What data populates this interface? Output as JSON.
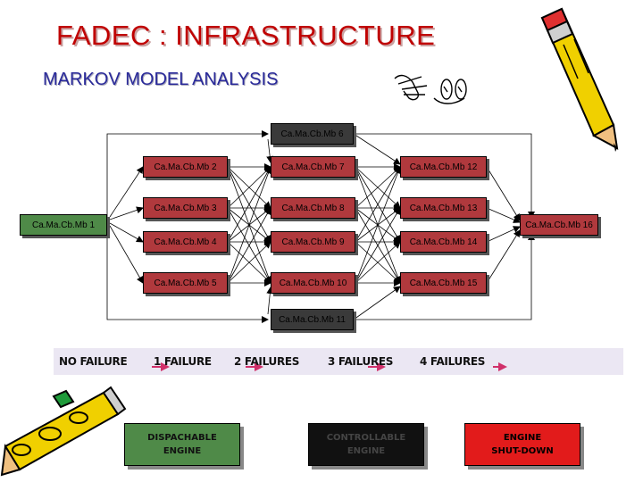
{
  "title": "FADEC : INFRASTRUCTURE",
  "subtitle": "MARKOV MODEL ANALYSIS",
  "states": {
    "s1": "Ca.Ma.Cb.Mb 1",
    "s2": "Ca.Ma.Cb.Mb 2",
    "s3": "Ca.Ma.Cb.Mb 3",
    "s4": "Ca.Ma.Cb.Mb 4",
    "s5": "Ca.Ma.Cb.Mb 5",
    "s6": "Ca.Ma.Cb.Mb 6",
    "s7": "Ca.Ma.Cb.Mb 7",
    "s8": "Ca.Ma.Cb.Mb 8",
    "s9": "Ca.Ma.Cb.Mb 9",
    "s10": "Ca.Ma.Cb.Mb 10",
    "s11": "Ca.Ma.Cb.Mb 11",
    "s12": "Ca.Ma.Cb.Mb 12",
    "s13": "Ca.Ma.Cb.Mb 13",
    "s14": "Ca.Ma.Cb.Mb 14",
    "s15": "Ca.Ma.Cb.Mb 15",
    "s16": "Ca.Ma.Cb.Mb 16"
  },
  "levels": [
    "NO FAILURE",
    "1 FAILURE",
    "2 FAILURES",
    "3 FAILURES",
    "4 FAILURES"
  ],
  "outcomes": {
    "dispatchable": "DISPACHABLE\nENGINE",
    "controllable": "CONTROLLABLE\nENGINE",
    "shutdown": "ENGINE\nSHUT-DOWN"
  },
  "colors": {
    "title": "#c00000",
    "subtitle": "#2a2a9a",
    "state_green": "#4f8a48",
    "state_red": "#b0393d",
    "state_dark": "#3a3a3a",
    "shutdown": "#e21b1b",
    "band": "#ebe7f3"
  },
  "icons": [
    "pencil-icon",
    "hand-pointing-icon",
    "pencil-icon"
  ]
}
